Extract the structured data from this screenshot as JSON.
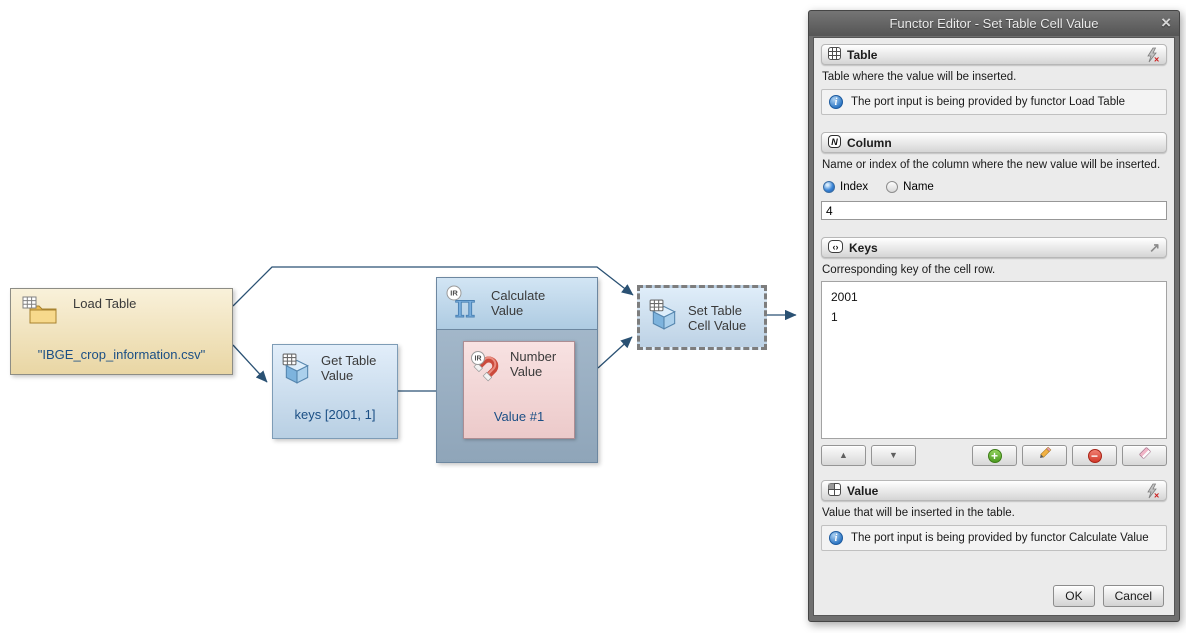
{
  "canvas": {
    "nodes": {
      "load_table": {
        "title": "Load Table",
        "value": "\"IBGE_crop_information.csv\""
      },
      "get_table_value": {
        "title": "Get Table Value",
        "value": "keys [2001, 1]"
      },
      "calculate_value": {
        "title": "Calculate Value"
      },
      "number_value": {
        "title": "Number Value",
        "value": "Value #1"
      },
      "set_table_cell_value": {
        "title": "Set Table Cell Value"
      }
    },
    "badges": {
      "ir": "IR"
    }
  },
  "dialog": {
    "title": "Functor Editor - Set Table Cell Value",
    "close_glyph": "×",
    "sections": {
      "table": {
        "label": "Table",
        "description": "Table where the value will be inserted.",
        "info": "The port input is being provided by functor Load Table"
      },
      "column": {
        "label": "Column",
        "description": "Name or index of the column where the new value will be inserted.",
        "option_index": "Index",
        "option_name": "Name",
        "selected_option": "Index",
        "value": "4"
      },
      "keys": {
        "label": "Keys",
        "description": "Corresponding key of the cell row.",
        "items": [
          "2001",
          "1"
        ]
      },
      "value": {
        "label": "Value",
        "description": "Value that will be inserted in the table.",
        "info": "The port input is being provided by functor Calculate Value"
      }
    },
    "footer": {
      "ok": "OK",
      "cancel": "Cancel"
    }
  },
  "colors": {
    "edge": "#2a5173",
    "value_text": "#1b4f85",
    "selection_dash": "#7d7d7d",
    "accent_blue": "#3b86d8"
  }
}
